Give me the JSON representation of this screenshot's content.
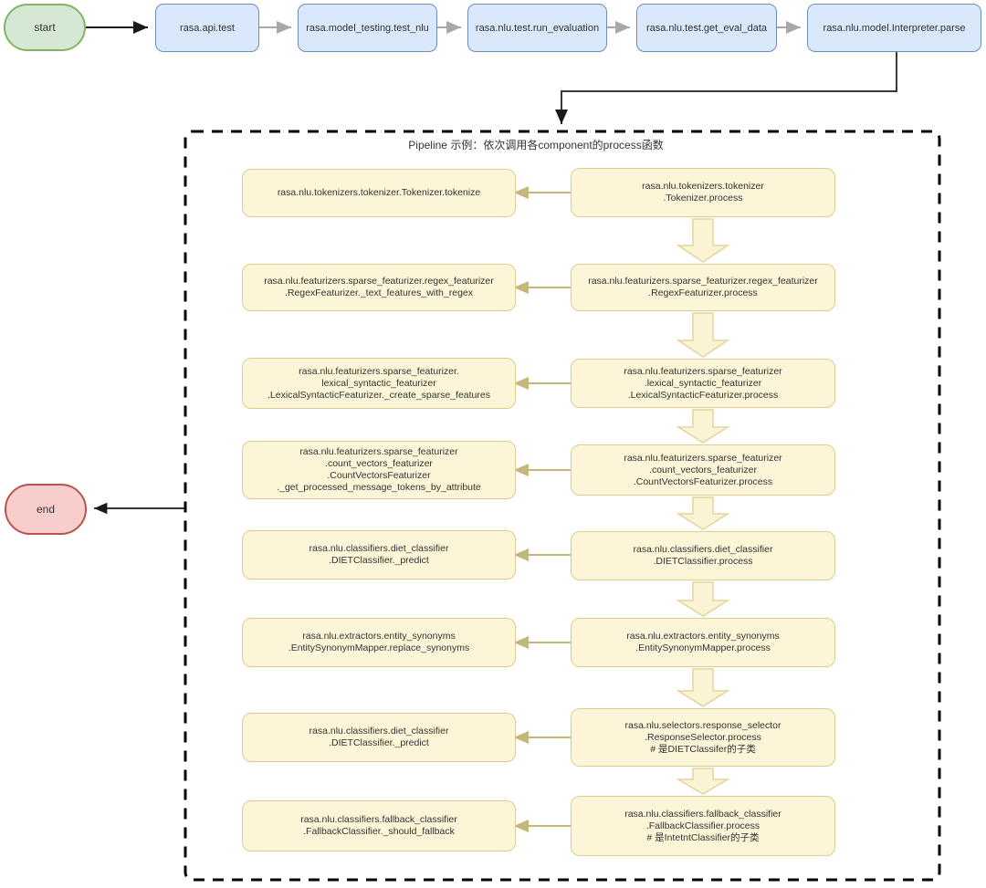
{
  "diagram_title": "Pipeline 示例：依次调用各component的process函数",
  "colors": {
    "start_fill": "#d5e8d4",
    "start_border": "#82b366",
    "end_fill": "#f8cecc",
    "end_border": "#b85450",
    "step_fill": "#dae8fc",
    "step_border": "#6c8ebf",
    "process_fill": "#fdf5d7",
    "process_border": "#e0cc8f",
    "boundary_stroke": "#000000",
    "gray_arrow": "#a8a8a8",
    "yellow_arrow": "#c3b77c"
  },
  "top_flow": {
    "start": "start",
    "end": "end",
    "steps": [
      "rasa.api.test",
      "rasa.model_testing.test_nlu",
      "rasa.nlu.test.run_evaluation",
      "rasa.nlu.test.get_eval_data",
      "rasa.nlu.model.Interpreter.parse"
    ]
  },
  "pipeline": {
    "title": "Pipeline 示例：依次调用各component的process函数",
    "rows": [
      {
        "left": "rasa.nlu.tokenizers.tokenizer.Tokenizer.tokenize",
        "right": "rasa.nlu.tokenizers.tokenizer\n.Tokenizer.process"
      },
      {
        "left": "rasa.nlu.featurizers.sparse_featurizer.regex_featurizer\n.RegexFeaturizer._text_features_with_regex",
        "right": "rasa.nlu.featurizers.sparse_featurizer.regex_featurizer\n.RegexFeaturizer.process"
      },
      {
        "left": "rasa.nlu.featurizers.sparse_featurizer.\nlexical_syntactic_featurizer\n.LexicalSyntacticFeaturizer._create_sparse_features",
        "right": "rasa.nlu.featurizers.sparse_featurizer\n.lexical_syntactic_featurizer\n.LexicalSyntacticFeaturizer.process"
      },
      {
        "left": "rasa.nlu.featurizers.sparse_featurizer\n.count_vectors_featurizer\n.CountVectorsFeaturizer\n._get_processed_message_tokens_by_attribute",
        "right": "rasa.nlu.featurizers.sparse_featurizer\n.count_vectors_featurizer\n.CountVectorsFeaturizer.process"
      },
      {
        "left": "rasa.nlu.classifiers.diet_classifier\n.DIETClassifier._predict",
        "right": "rasa.nlu.classifiers.diet_classifier\n.DIETClassifier.process"
      },
      {
        "left": "rasa.nlu.extractors.entity_synonyms\n.EntitySynonymMapper.replace_synonyms",
        "right": "rasa.nlu.extractors.entity_synonyms\n.EntitySynonymMapper.process"
      },
      {
        "left": "rasa.nlu.classifiers.diet_classifier\n.DIETClassifier._predict",
        "right": "rasa.nlu.selectors.response_selector\n.ResponseSelector.process\n# 是DIETClassifer的子类"
      },
      {
        "left": "rasa.nlu.classifiers.fallback_classifier\n.FallbackClassifier._should_fallback",
        "right": "rasa.nlu.classifiers.fallback_classifier\n.FallbackClassifier.process\n# 是IntetntClassifier的子类"
      }
    ]
  }
}
